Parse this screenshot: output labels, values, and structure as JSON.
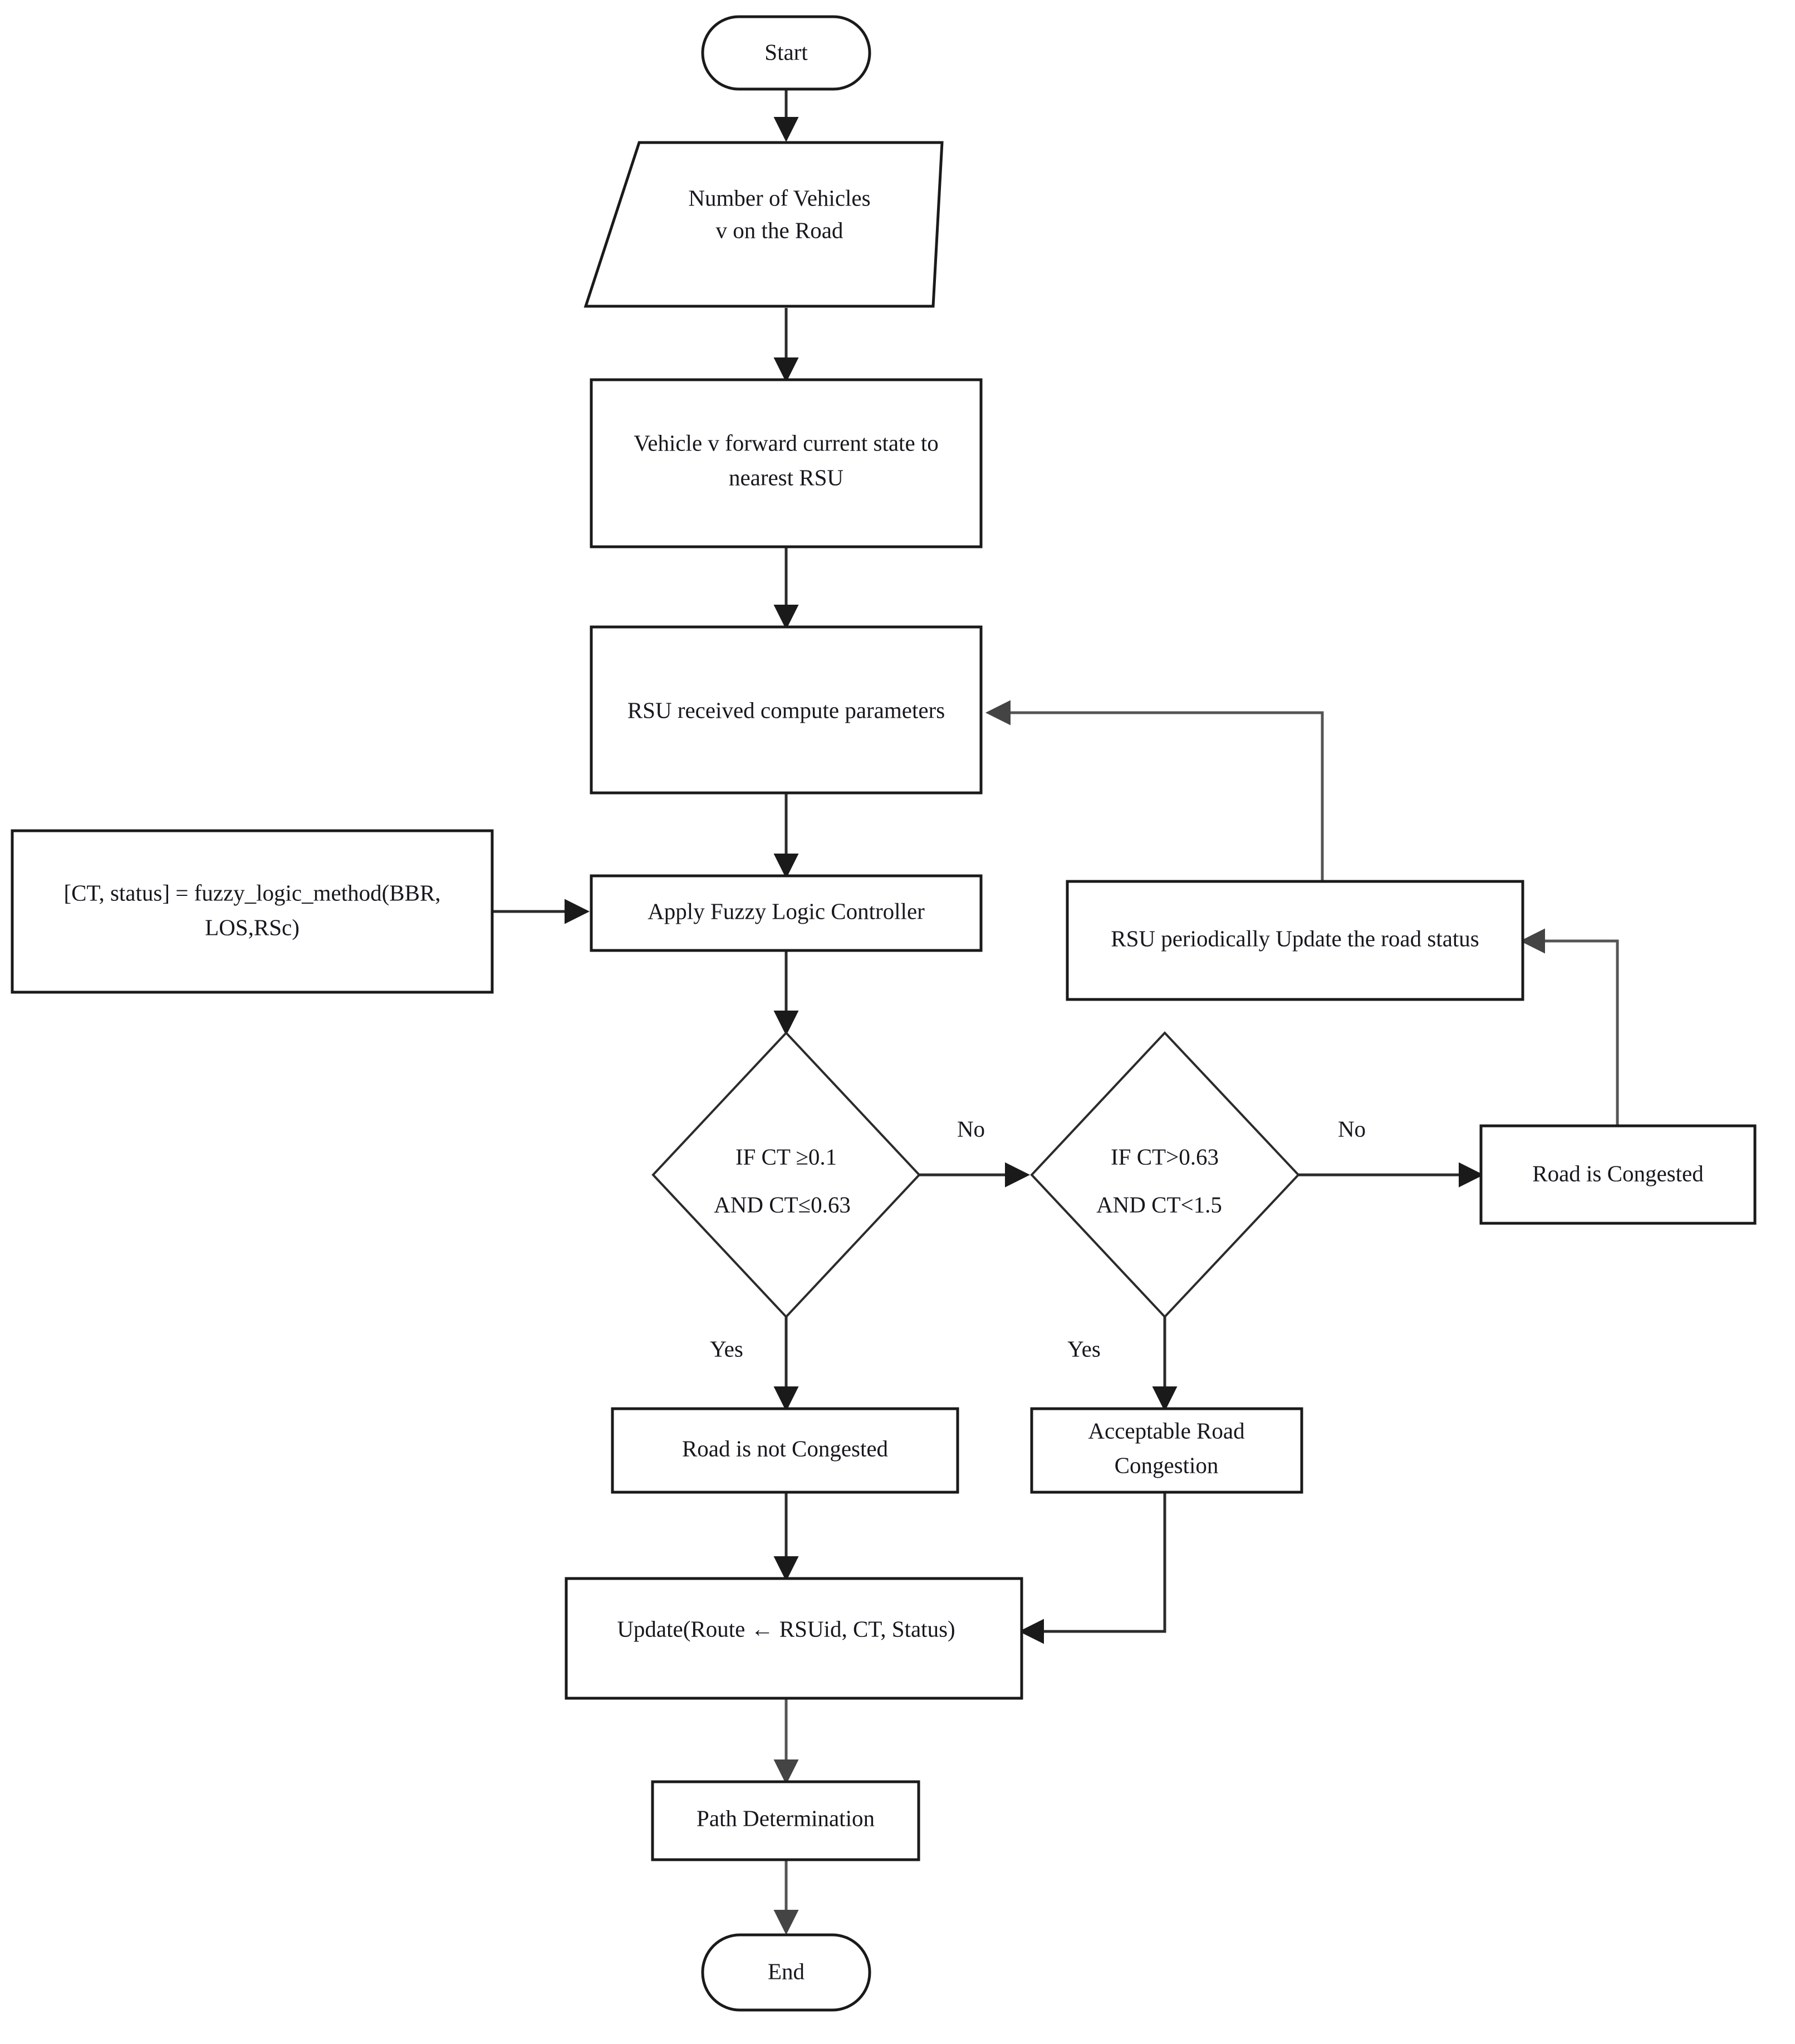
{
  "diagram": {
    "title": "VANET Road Congestion Detection Flowchart",
    "background_color": "#ffffff",
    "stroke_color": "#1a1a1a",
    "text_color": "#17171e",
    "nodes": {
      "start": {
        "label": "Start",
        "shape": "terminator"
      },
      "input_vehicles": {
        "line1": "Number of Vehicles",
        "line2": "v on the Road",
        "shape": "parallelogram"
      },
      "forward_state": {
        "line1": "Vehicle v forward current state to",
        "line2": "nearest RSU",
        "shape": "process"
      },
      "rsu_received": {
        "label": "RSU received compute parameters",
        "shape": "process"
      },
      "fuzzy_annotation": {
        "line1": "[CT, status] = fuzzy_logic_method(BBR,",
        "line2": "LOS,RSc)",
        "shape": "process"
      },
      "apply_flc": {
        "label": "Apply Fuzzy Logic Controller",
        "shape": "process"
      },
      "rsu_update": {
        "label": "RSU periodically Update the road status",
        "shape": "process"
      },
      "decision_1": {
        "line1": "IF CT ≥0.1",
        "line2": "AND CT≤0.63",
        "shape": "decision"
      },
      "decision_2": {
        "line1": "IF   CT>0.63",
        "line2": "AND CT<1.5",
        "shape": "decision"
      },
      "road_congested": {
        "label": "Road is Congested",
        "shape": "process"
      },
      "road_not_congested": {
        "label": "Road is not Congested",
        "shape": "process"
      },
      "acceptable": {
        "line1": "Acceptable Road",
        "line2": "Congestion",
        "shape": "process"
      },
      "update_route": {
        "label": "Update(Route ← RSUid, CT, Status)",
        "shape": "process"
      },
      "path_determination": {
        "label": "Path Determination",
        "shape": "process"
      },
      "end": {
        "label": "End",
        "shape": "terminator"
      }
    },
    "edge_labels": {
      "d1_no": "No",
      "d1_yes": "Yes",
      "d2_no": "No",
      "d2_yes": "Yes"
    },
    "edges": [
      {
        "from": "start",
        "to": "input_vehicles",
        "label": ""
      },
      {
        "from": "input_vehicles",
        "to": "forward_state",
        "label": ""
      },
      {
        "from": "forward_state",
        "to": "rsu_received",
        "label": ""
      },
      {
        "from": "rsu_received",
        "to": "apply_flc",
        "label": ""
      },
      {
        "from": "fuzzy_annotation",
        "to": "apply_flc",
        "label": ""
      },
      {
        "from": "apply_flc",
        "to": "decision_1",
        "label": ""
      },
      {
        "from": "decision_1",
        "to": "decision_2",
        "label": "No"
      },
      {
        "from": "decision_1",
        "to": "road_not_congested",
        "label": "Yes"
      },
      {
        "from": "decision_2",
        "to": "road_congested",
        "label": "No"
      },
      {
        "from": "decision_2",
        "to": "acceptable",
        "label": "Yes"
      },
      {
        "from": "road_congested",
        "to": "rsu_update",
        "label": ""
      },
      {
        "from": "rsu_update",
        "to": "rsu_received",
        "label": ""
      },
      {
        "from": "road_not_congested",
        "to": "update_route",
        "label": ""
      },
      {
        "from": "acceptable",
        "to": "update_route",
        "label": ""
      },
      {
        "from": "update_route",
        "to": "path_determination",
        "label": ""
      },
      {
        "from": "path_determination",
        "to": "end",
        "label": ""
      }
    ]
  }
}
